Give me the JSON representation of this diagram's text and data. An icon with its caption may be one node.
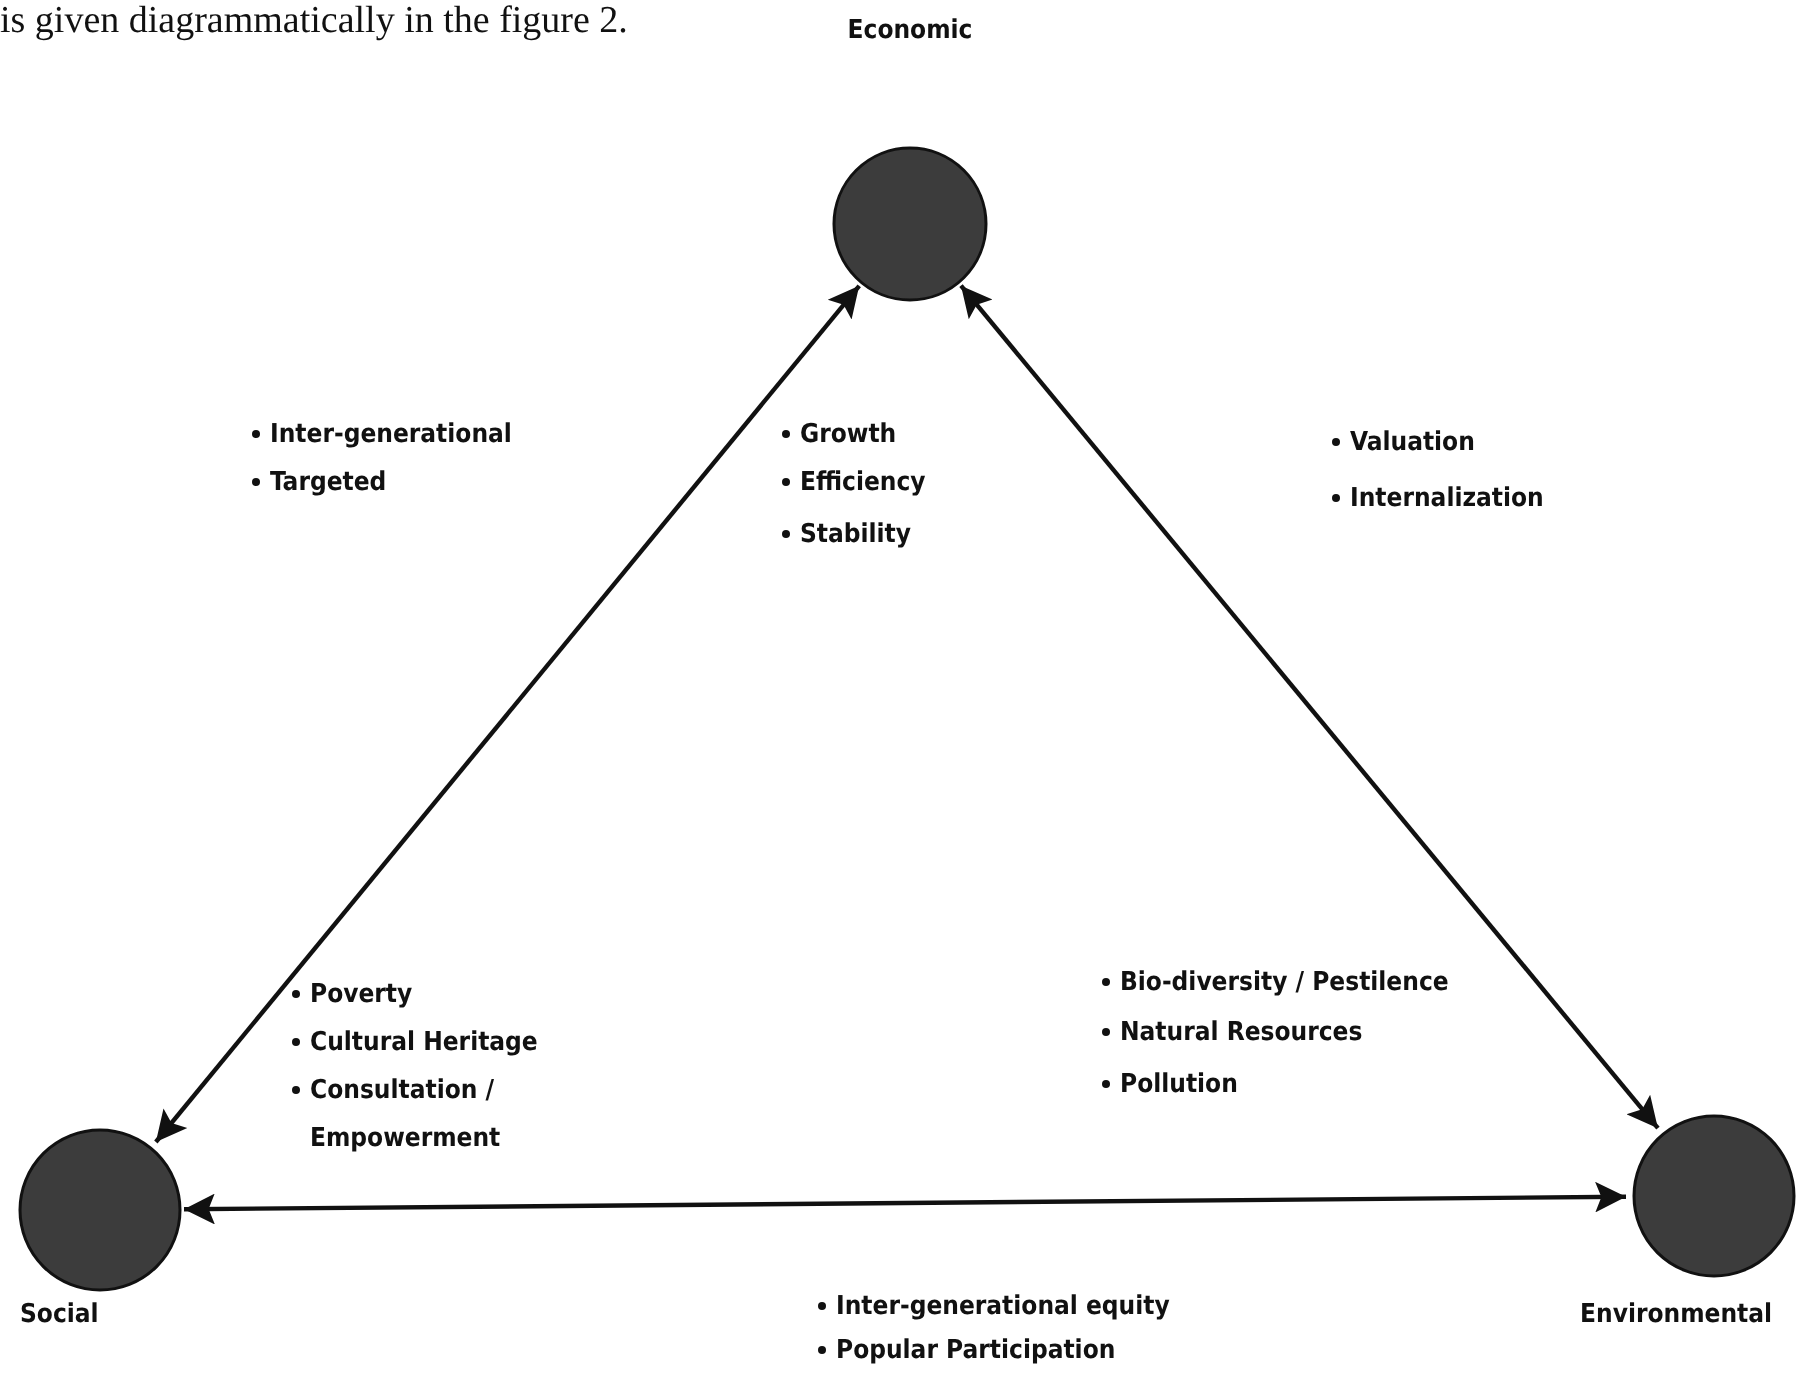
{
  "diagram": {
    "nodes": [
      {
        "text": [
          "Economic"
        ]
      },
      {
        "text": [
          "Social"
        ]
      },
      {
        "text": [
          "Environmental"
        ]
      }
    ],
    "edges": [
      {
        "from": 0,
        "to": 1,
        "arrow": "both"
      },
      {
        "from": 0,
        "to": 2,
        "arrow": "both"
      },
      {
        "from": 1,
        "to": 2,
        "arrow": "both"
      }
    ],
    "labels": [
      "is given diagrammatically in the figure 2.",
      "Inter-generational",
      "Targeted",
      "Growth",
      "Efficiency",
      "Stability",
      "Valuation",
      "Internalization",
      "Poverty",
      "Cultural Heritage",
      "Consultation / Empowerment",
      "Bio-diversity / Pestilence",
      "Natural Resources",
      "Pollution",
      "Inter-generational equity",
      "Popular Participation"
    ]
  }
}
